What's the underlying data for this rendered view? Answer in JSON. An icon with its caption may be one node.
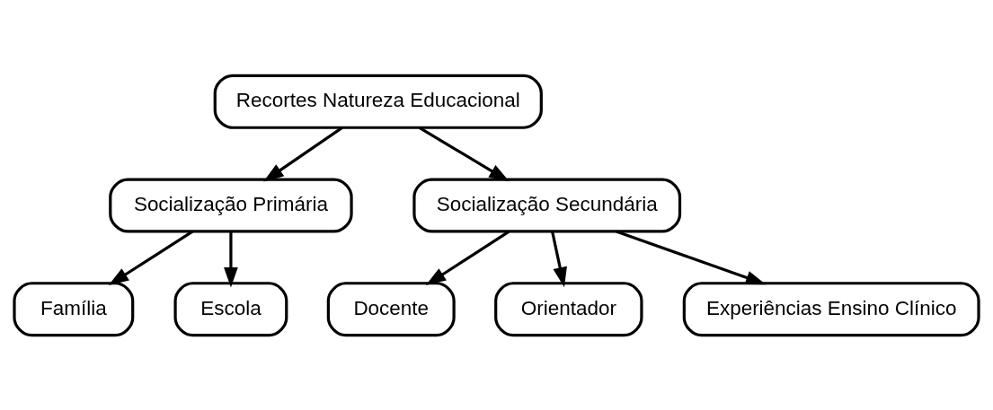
{
  "diagram": {
    "nodes": [
      {
        "text": [
          "Recortes Natureza Educacional"
        ]
      },
      {
        "text": [
          "Socialização Primária"
        ]
      },
      {
        "text": [
          "Socialização Secundária"
        ]
      },
      {
        "text": [
          "Família"
        ]
      },
      {
        "text": [
          "Escola"
        ]
      },
      {
        "text": [
          "Docente"
        ]
      },
      {
        "text": [
          "Orientador"
        ]
      },
      {
        "text": [
          "Experiências Ensino Clínico"
        ]
      }
    ],
    "edges": [
      {
        "from": 0,
        "to": 1,
        "arrow": "to"
      },
      {
        "from": 0,
        "to": 2,
        "arrow": "to"
      },
      {
        "from": 1,
        "to": 3,
        "arrow": "to"
      },
      {
        "from": 1,
        "to": 4,
        "arrow": "to"
      },
      {
        "from": 2,
        "to": 5,
        "arrow": "to"
      },
      {
        "from": 2,
        "to": 6,
        "arrow": "to"
      },
      {
        "from": 2,
        "to": 7,
        "arrow": "to"
      }
    ]
  }
}
